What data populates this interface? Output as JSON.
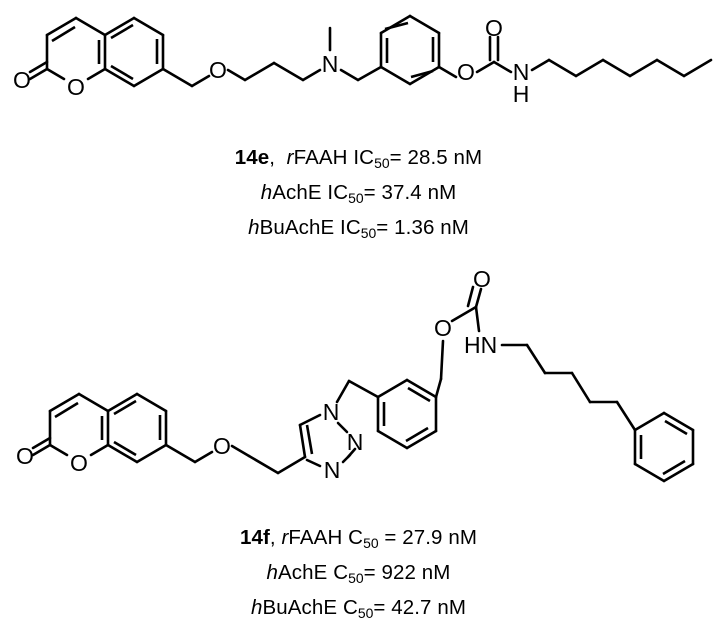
{
  "figure": {
    "kind": "chemical-structure-figure",
    "background_color": "#ffffff",
    "line_color": "#000000",
    "compound_count": 2
  },
  "compounds": [
    {
      "id": "14e",
      "separator": ",",
      "structure_name": "coumarin-7-yl-methoxy-propyl-N-methylamino-benzyl phenyl N-heptylcarbamate",
      "atom_labels": [
        "O",
        "O",
        "O",
        "N",
        "O",
        "O",
        "N",
        "H"
      ],
      "activities": [
        {
          "target_prefix": "r",
          "target": "FAAH",
          "metric": "IC",
          "metric_sub": "50",
          "relation": "=",
          "value": "28.5",
          "unit": "nM"
        },
        {
          "target_prefix": "h",
          "target": "AchE",
          "metric": "IC",
          "metric_sub": "50",
          "relation": "=",
          "value": "37.4",
          "unit": "nM"
        },
        {
          "target_prefix": "h",
          "target": "BuAchE",
          "metric": "IC",
          "metric_sub": "50",
          "relation": "=",
          "value": "1.36",
          "unit": "nM"
        }
      ]
    },
    {
      "id": "14f",
      "separator": ",",
      "structure_name": "coumarin-7-yl-methoxy-methyl-triazolyl-benzyl phenyl N-(5-phenylpentyl)carbamate",
      "atom_labels": [
        "O",
        "O",
        "O",
        "N",
        "N",
        "N",
        "O",
        "O",
        "H",
        "N"
      ],
      "activities": [
        {
          "target_prefix": "r",
          "target": "FAAH",
          "metric": "C",
          "metric_sub": "50",
          "relation": "=",
          "value": "27.9",
          "unit": "nM"
        },
        {
          "target_prefix": "h",
          "target": "AchE",
          "metric": "C",
          "metric_sub": "50",
          "relation": "=",
          "value": "922",
          "unit": "nM"
        },
        {
          "target_prefix": "h",
          "target": "BuAchE",
          "metric": "C",
          "metric_sub": "50",
          "relation": "=",
          "value": "42.7",
          "unit": "nM"
        }
      ]
    }
  ],
  "captions": {
    "c14e": {
      "line1": {
        "id": "14e",
        "sep": ",",
        "prefix": "r",
        "rest_a": "FAAH IC",
        "sub": "50",
        "rest_b": "= 28.5 nM"
      },
      "line2": {
        "prefix": "h",
        "rest_a": "AchE IC",
        "sub": "50",
        "rest_b": "= 37.4 nM"
      },
      "line3": {
        "prefix": "h",
        "rest_a": "BuAchE IC",
        "sub": "50",
        "rest_b": "= 1.36 nM"
      }
    },
    "c14f": {
      "line1": {
        "id": "14f",
        "sep": ",",
        "prefix": "r",
        "rest_a": "FAAH C",
        "sub": "50",
        "rest_b": " = 27.9 nM"
      },
      "line2": {
        "prefix": "h",
        "rest_a": "AchE C",
        "sub": "50",
        "rest_b": "= 922 nM"
      },
      "line3": {
        "prefix": "h",
        "rest_a": "BuAchE C",
        "sub": "50",
        "rest_b": "= 42.7 nM"
      }
    }
  },
  "svg_atoms": {
    "m1": {
      "lactone_carbonyl_O": "O",
      "ring_O": "O",
      "ether_O": "O",
      "amine_N": "N",
      "ester_O": "O",
      "carbonyl_O": "O",
      "amide_N": "N",
      "amide_H": "H"
    },
    "m2": {
      "lactone_carbonyl_O": "O",
      "ring_O": "O",
      "ether_O": "O",
      "triazole_N1": "N",
      "triazole_N2": "N",
      "triazole_N3": "N",
      "ester_O": "O",
      "carbonyl_O": "O",
      "amide_HN": "HN"
    }
  }
}
